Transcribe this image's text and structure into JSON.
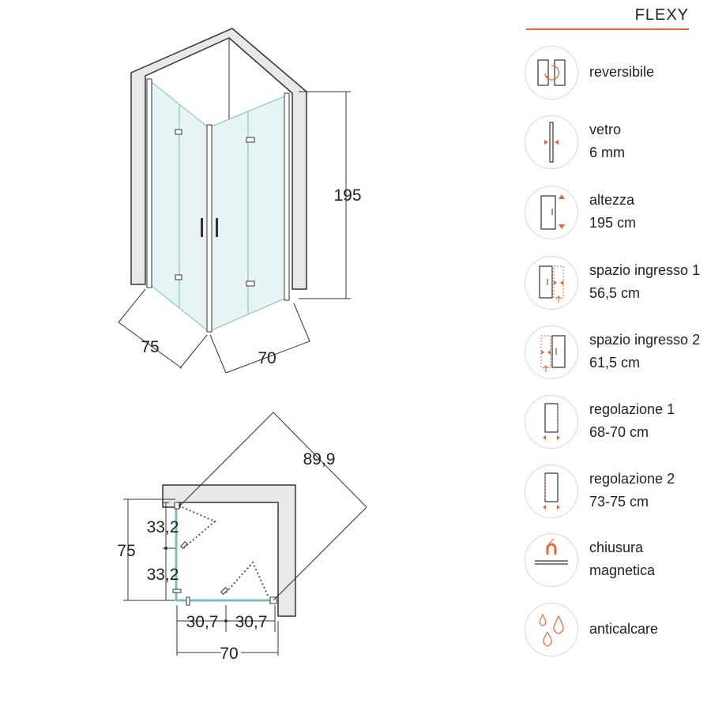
{
  "header": {
    "brand": "FLEXY",
    "accent_color": "#e0683a"
  },
  "iso_view": {
    "height_label": "195",
    "width_left_label": "75",
    "width_right_label": "70"
  },
  "plan_view": {
    "diagonal_label": "89,9",
    "depth_label": "75",
    "door_left_top_label": "33,2",
    "door_left_bottom_label": "33,2",
    "door_bottom_left_label": "30,7",
    "door_bottom_right_label": "30,7",
    "width_label": "70"
  },
  "features": [
    {
      "icon": "reversible-icon",
      "line1": "reversibile",
      "line2": ""
    },
    {
      "icon": "glass-thickness-icon",
      "line1": "vetro",
      "line2": "6 mm"
    },
    {
      "icon": "height-icon",
      "line1": "altezza",
      "line2": "195 cm"
    },
    {
      "icon": "entry-space-1-icon",
      "line1": "spazio ingresso 1",
      "line2": "56,5 cm"
    },
    {
      "icon": "entry-space-2-icon",
      "line1": "spazio ingresso 2",
      "line2": "61,5 cm"
    },
    {
      "icon": "adjustment-1-icon",
      "line1": "regolazione 1",
      "line2": "68-70 cm"
    },
    {
      "icon": "adjustment-2-icon",
      "line1": "regolazione 2",
      "line2": "73-75 cm"
    },
    {
      "icon": "magnetic-closure-icon",
      "line1": "chiusura",
      "line2": "magnetica"
    },
    {
      "icon": "anti-limescale-icon",
      "line1": "anticalcare",
      "line2": ""
    }
  ]
}
